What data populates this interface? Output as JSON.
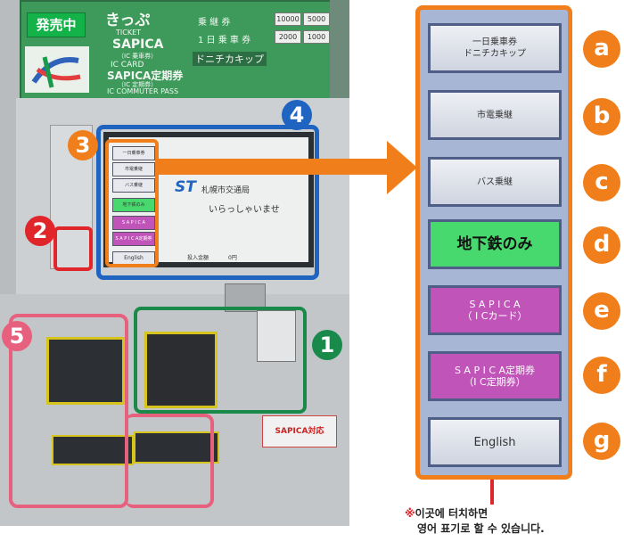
{
  "machine": {
    "sale_badge": "発売中",
    "panel_title": "きっぷ",
    "sapica_ticket_label": "TICKET",
    "sapica_label": "SAPICA",
    "sapica_sub": "（IC 乗車券）",
    "ic_card_label": "IC CARD",
    "sapica_pass_label": "SAPICA定期券",
    "sapica_pass_sub": "（IC 定期券）",
    "ic_commuter_label": "IC COMMUTER PASS",
    "transfer_label": "乗 継 券",
    "oneday_label": "1 日 乗 車 券",
    "donichika_label": "ドニチカキップ",
    "money_labels": [
      "10000",
      "5000",
      "1000",
      "2000"
    ],
    "screen_brand": "ST",
    "screen_org": "札幌市交通局",
    "screen_welcome": "いらっしゃいませ",
    "screen_english": "English",
    "screen_amount_label": "投入金額",
    "screen_amount_value": "0円",
    "sticker": "SAPICA対応"
  },
  "annotations": {
    "numbers": [
      "1",
      "2",
      "3",
      "4",
      "5"
    ],
    "colors": {
      "orange": "#f07e1a",
      "blue": "#1f64c1",
      "green": "#1a8a4a",
      "red": "#e0262b",
      "pink": "#e7607d"
    }
  },
  "panel_buttons": [
    {
      "letter": "a",
      "line1": "一日乗車券",
      "line2": "ドニチカキップ",
      "bg": "#e9ecf2",
      "color": "#333"
    },
    {
      "letter": "b",
      "line1": "市電乗継",
      "line2": "",
      "bg": "#e9ecf2",
      "color": "#333"
    },
    {
      "letter": "c",
      "line1": "バス乗継",
      "line2": "",
      "bg": "#e9ecf2",
      "color": "#333"
    },
    {
      "letter": "d",
      "line1": "地下鉄のみ",
      "line2": "",
      "bg": "#47d86e",
      "color": "#111"
    },
    {
      "letter": "e",
      "line1": "S A P I C A",
      "line2": "（ I Cカード）",
      "bg": "#c154b8",
      "color": "#fff"
    },
    {
      "letter": "f",
      "line1": "S A P I C A定期券",
      "line2": "（I C定期券）",
      "bg": "#c154b8",
      "color": "#fff"
    },
    {
      "letter": "g",
      "line1": "English",
      "line2": "",
      "bg": "#d9dde8",
      "color": "#333"
    }
  ],
  "note": {
    "mark": "※",
    "line1": "이곳에 터치하면",
    "line2": "영어 표기로 할 수 있습니다."
  }
}
